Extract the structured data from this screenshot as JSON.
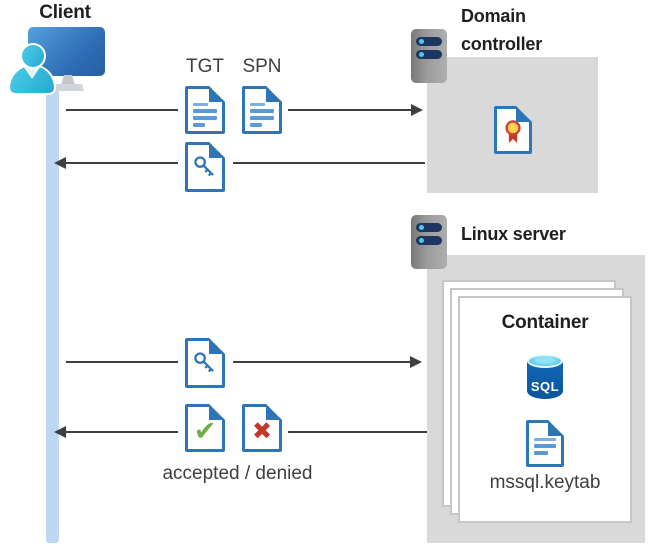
{
  "diagram": {
    "client": {
      "label": "Client"
    },
    "domain_controller": {
      "label": "Domain controller"
    },
    "linux_server": {
      "label": "Linux server",
      "container": {
        "label": "Container",
        "sql_badge": "SQL",
        "keytab_label": "mssql.keytab"
      }
    },
    "messages": {
      "ticket_request_labels": [
        "TGT",
        "SPN"
      ],
      "result_label": "accepted / denied"
    },
    "icons": {
      "check_glyph": "✔",
      "deny_glyph": "✖"
    },
    "colors": {
      "doc_border": "#2e75b6",
      "doc_lines": "#5b9bd5",
      "lifeline_blue": "#bcd8f2",
      "box_gray": "#d9d9d9",
      "arrow_gray": "#3f3f3f",
      "accept_green": "#70ad47",
      "deny_red": "#c0392b",
      "sql_body_blue": "#0c549e",
      "sql_top_cyan": "#49c8e8",
      "seal_gold": "#ffd34d",
      "seal_red": "#c0392b"
    }
  }
}
